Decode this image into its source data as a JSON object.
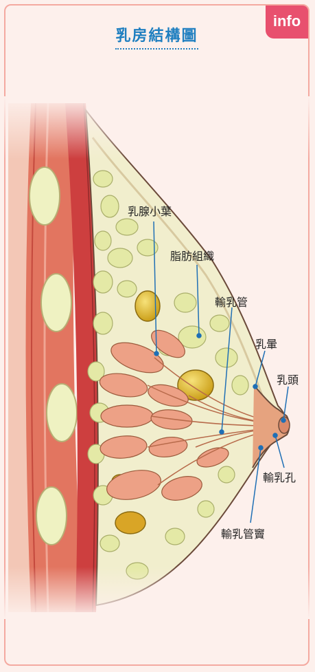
{
  "title": "乳房結構圖",
  "tag": "info",
  "labels": {
    "lobules": "乳腺小葉",
    "fat": "脂肪組織",
    "duct": "輸乳管",
    "areola": "乳暈",
    "nipple": "乳頭",
    "pore": "輸乳孔",
    "sinus": "輸乳管竇"
  },
  "colors": {
    "border": "#f4a9a0",
    "title": "#1f7fc0",
    "tag": "#e8506e",
    "muscle": "#d9534f",
    "fat": "#e8ecb4",
    "gland": "#e8957a",
    "leader": "#1f6fb5"
  }
}
